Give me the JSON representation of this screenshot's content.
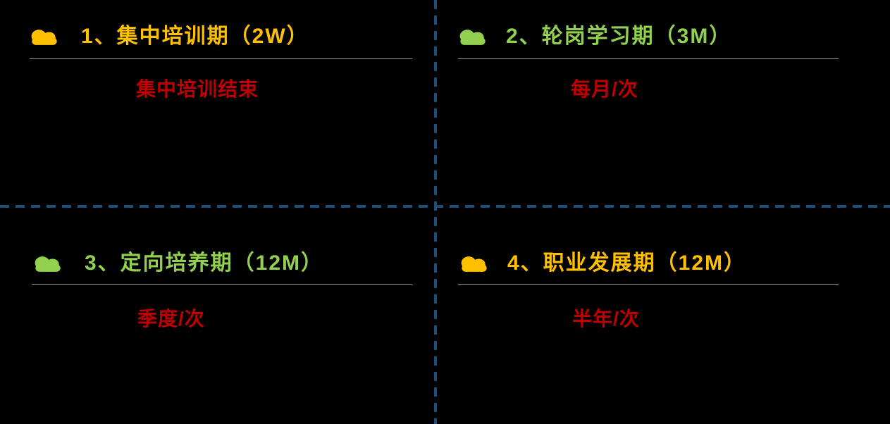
{
  "slide": {
    "background_color": "#000000",
    "divider_color": "#1F4E79",
    "divider_style": "dashed",
    "underline_color": "#9E9E9E",
    "subtitle_color": "#C00000",
    "quadrants": [
      {
        "position": "top-left",
        "icon": "cloud-icon",
        "accent_color": "#FFC000",
        "title": "1、集中培训期（2W）",
        "subtitle": "集中培训结束"
      },
      {
        "position": "top-right",
        "icon": "cloud-icon",
        "accent_color": "#92D050",
        "title": "2、轮岗学习期（3M）",
        "subtitle": "每月/次"
      },
      {
        "position": "bottom-left",
        "icon": "cloud-icon",
        "accent_color": "#92D050",
        "title": "3、定向培养期（12M）",
        "subtitle": "季度/次"
      },
      {
        "position": "bottom-right",
        "icon": "cloud-icon",
        "accent_color": "#FFC000",
        "title": "4、职业发展期（12M）",
        "subtitle": "半年/次"
      }
    ]
  }
}
